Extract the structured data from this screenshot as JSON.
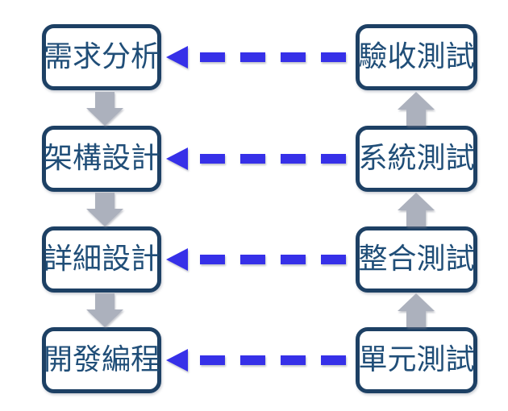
{
  "diagram": {
    "type": "v-model-software-lifecycle",
    "development_phases": [
      "需求分析",
      "架構設計",
      "詳細設計",
      "開發編程"
    ],
    "testing_phases": [
      "驗收測試",
      "系統測試",
      "整合測試",
      "單元測試"
    ],
    "left_flow_direction": "down",
    "right_flow_direction": "up",
    "feedback_direction": "right-to-left"
  },
  "colors": {
    "box_border": "#1d4064",
    "box_text": "#204e78",
    "box_background": "#ffffff",
    "flow_arrow_gray": "#acb1bd",
    "feedback_arrow_blue": "#3630e8",
    "page_background": "#ffffff"
  }
}
